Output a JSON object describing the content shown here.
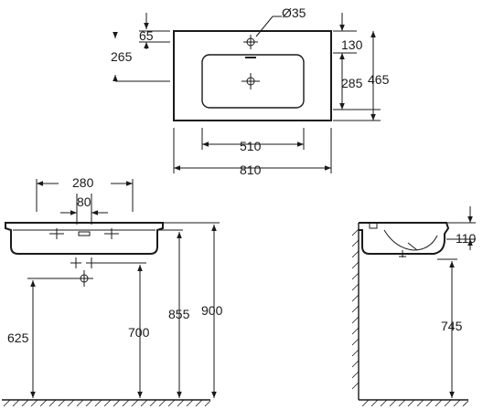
{
  "top_view": {
    "hole_diameter": "Ø35",
    "dim_65": "65",
    "dim_265": "265",
    "dim_130": "130",
    "dim_285": "285",
    "dim_465": "465",
    "dim_510": "510",
    "dim_810": "810"
  },
  "front_view": {
    "dim_280": "280",
    "dim_80": "80",
    "dim_625": "625",
    "dim_700": "700",
    "dim_855": "855",
    "dim_900": "900"
  },
  "side_view": {
    "dim_110": "110",
    "dim_745": "745"
  }
}
